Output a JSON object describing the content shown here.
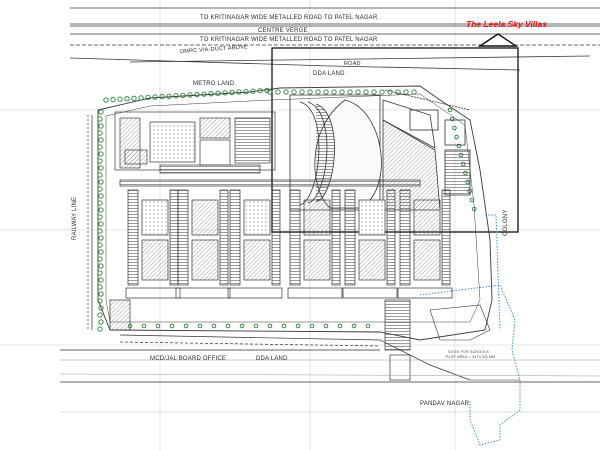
{
  "brand": {
    "title": "The Leela Sky Villas",
    "color": "#e01818"
  },
  "roads": {
    "top_road_1": "TO KRITINAGAR WIDE METALLED ROAD TO PATEL NAGAR",
    "centre_verge": "CENTRE VERGE",
    "top_road_2": "TO KRITINAGAR WIDE METALLED ROAD TO PATEL NAGAR",
    "viaduct": "DMRC VIA-DUCT ABOVE",
    "road": "ROAD"
  },
  "zones": {
    "metro_land": "METRO LAND",
    "dda_land_top": "DDA LAND",
    "railway_line": "RAILWAY LINE",
    "colony": "COLONY",
    "mcd_board_office": "MCD/JAL BOARD OFFICE",
    "dda_land_bottom": "DDA LAND",
    "pandav_nagar": "PANDAV NAGAR"
  },
  "schools_note": {
    "line1": "SITES FOR SCHOOLS",
    "line2": "PLOT AREA = 3474 SQ.MM"
  },
  "colors": {
    "line": "#3a3a3a",
    "hatch": "#777777",
    "tree": "#2e7d3a",
    "highlight": "#222222",
    "boundary_blue": "#4a90c8"
  },
  "icons": {
    "north_arrow": "triangle-north-icon"
  }
}
